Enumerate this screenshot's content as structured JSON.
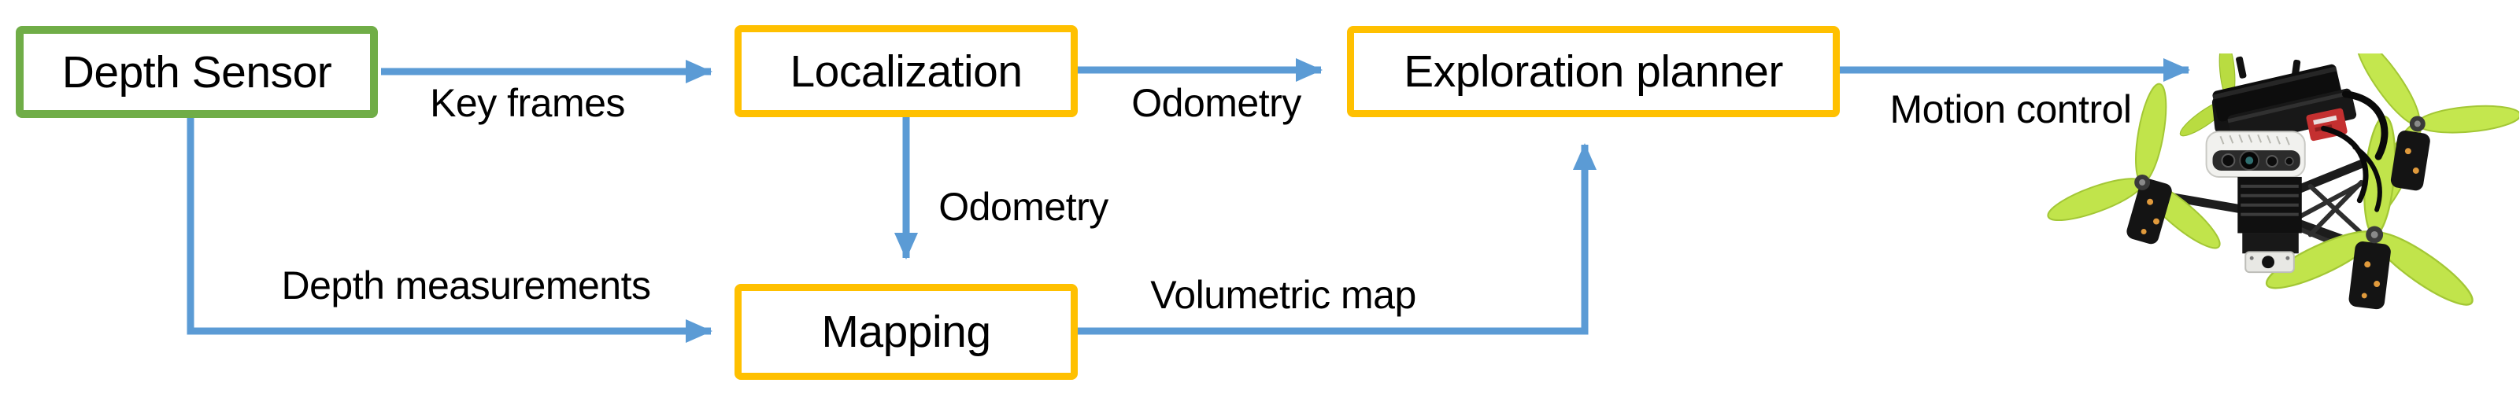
{
  "figure": {
    "type": "system-architecture-diagram",
    "background": "#ffffff",
    "colors": {
      "arrow": "#5B9BD5",
      "sensor_box_border": "#70AD47",
      "module_box_border": "#FFC000",
      "text": "#000000",
      "propeller_green": "#bfe149"
    },
    "nodes": [
      {
        "id": "depth-sensor",
        "label": "Depth Sensor",
        "border_color": "#70AD47"
      },
      {
        "id": "localization",
        "label": "Localization",
        "border_color": "#FFC000"
      },
      {
        "id": "mapping",
        "label": "Mapping",
        "border_color": "#FFC000"
      },
      {
        "id": "exploration-planner",
        "label": "Exploration planner",
        "border_color": "#FFC000"
      }
    ],
    "edges": [
      {
        "id": "key-frames",
        "label": "Key frames",
        "from": "depth-sensor",
        "to": "localization"
      },
      {
        "id": "odometry-to-planner",
        "label": "Odometry",
        "from": "localization",
        "to": "exploration-planner"
      },
      {
        "id": "odometry-to-mapping",
        "label": "Odometry",
        "from": "localization",
        "to": "mapping"
      },
      {
        "id": "depth-measurements",
        "label": "Depth measurements",
        "from": "depth-sensor",
        "to": "mapping"
      },
      {
        "id": "volumetric-map",
        "label": "Volumetric map",
        "from": "mapping",
        "to": "exploration-planner"
      },
      {
        "id": "motion-control",
        "label": "Motion control",
        "from": "exploration-planner",
        "to": "drone"
      }
    ],
    "drone": {
      "icon": "quadcopter-drone-photo"
    }
  }
}
